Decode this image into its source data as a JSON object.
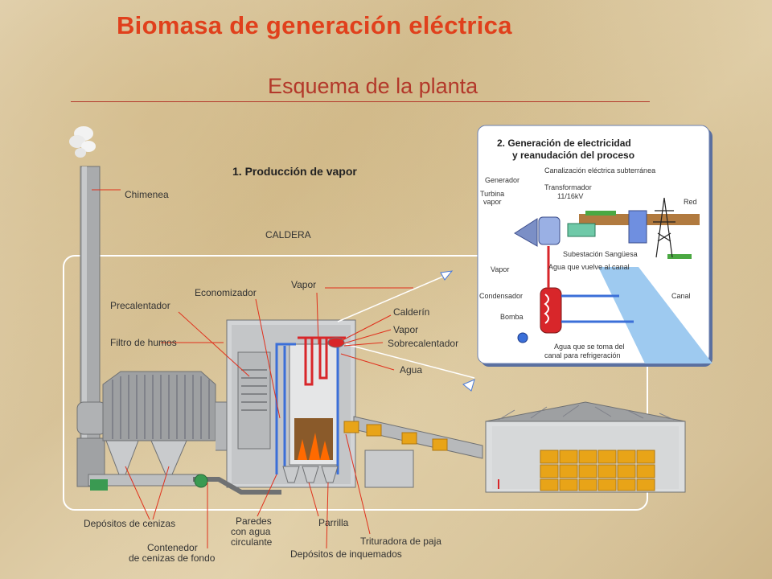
{
  "title": "Biomasa de generación eléctrica",
  "subtitle": "Esquema de la planta",
  "section1": {
    "heading": "1. Producción de vapor"
  },
  "section2": {
    "heading_line1": "2. Generación de electricidad",
    "heading_line2": "y reanudación del proceso",
    "labels": {
      "generador": "Generador",
      "turbina_line1": "Turbina",
      "turbina_line2": "vapor",
      "canalizacion": "Canalización eléctrica subterránea",
      "transformador_line1": "Transformador",
      "transformador_line2": "11/16kV",
      "red": "Red",
      "subestacion": "Subestación Sangüesa",
      "vapor": "Vapor",
      "agua_vuelve": "Agua que vuelve al canal",
      "condensador": "Condensador",
      "canal": "Canal",
      "bomba": "Bomba",
      "agua_toma_line1": "Agua que se toma del",
      "agua_toma_line2": "canal para refrigeración"
    }
  },
  "labels": {
    "chimenea": "Chimenea",
    "caldera": "CALDERA",
    "vapor_top": "Vapor",
    "economizador": "Economizador",
    "precalentador": "Precalentador",
    "calderin": "Calderín",
    "vapor_mid": "Vapor",
    "filtro_humos": "Filtro de humos",
    "sobrecalentador": "Sobrecalentador",
    "agua": "Agua",
    "depositos_cenizas": "Depósitos de cenizas",
    "paredes_line1": "Paredes",
    "paredes_line2": "con agua",
    "paredes_line3": "circulante",
    "parrilla": "Parrilla",
    "contenedor_line1": "Contenedor",
    "contenedor_line2": "de cenizas de fondo",
    "trituradora": "Trituradora de paja",
    "depositos_inquemados": "Depósitos de inquemados"
  },
  "colors": {
    "title": "#e0401c",
    "subtitle": "#b3382a",
    "leader_line": "#e0301c",
    "plant_gray": "#a9abad",
    "water_blue": "#3b6fd8",
    "steam_red": "#d8262a",
    "bale_yellow": "#e8a418"
  }
}
